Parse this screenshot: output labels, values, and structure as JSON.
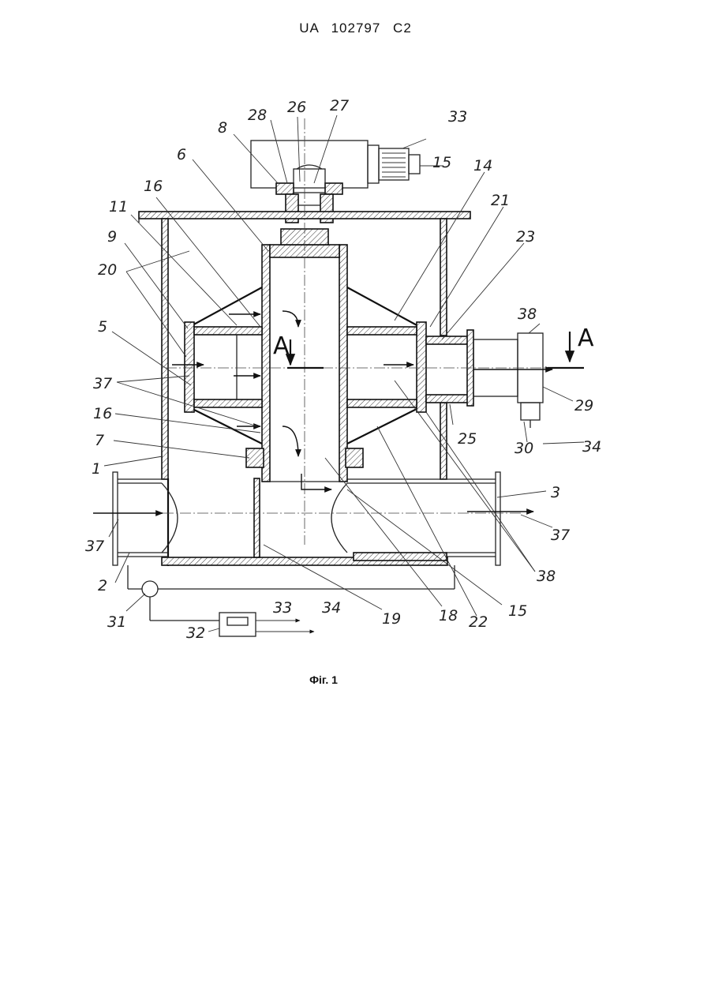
{
  "header": {
    "text": "UA   102797   C2"
  },
  "figure": {
    "caption": "Фіг. 1"
  },
  "section_marks": {
    "left": "A",
    "right": "A"
  },
  "labels": [
    {
      "id": "l28",
      "text": "28"
    },
    {
      "id": "l26",
      "text": "26"
    },
    {
      "id": "l27",
      "text": "27"
    },
    {
      "id": "l33a",
      "text": "33"
    },
    {
      "id": "l8",
      "text": "8"
    },
    {
      "id": "l6",
      "text": "6"
    },
    {
      "id": "l15a",
      "text": "15"
    },
    {
      "id": "l14",
      "text": "14"
    },
    {
      "id": "l16a",
      "text": "16"
    },
    {
      "id": "l21",
      "text": "21"
    },
    {
      "id": "l11",
      "text": "11"
    },
    {
      "id": "l23",
      "text": "23"
    },
    {
      "id": "l9",
      "text": "9"
    },
    {
      "id": "l20",
      "text": "20"
    },
    {
      "id": "l38a",
      "text": "38"
    },
    {
      "id": "l5",
      "text": "5"
    },
    {
      "id": "l37a",
      "text": "37"
    },
    {
      "id": "l29",
      "text": "29"
    },
    {
      "id": "l16b",
      "text": "16"
    },
    {
      "id": "l25",
      "text": "25"
    },
    {
      "id": "l30",
      "text": "30"
    },
    {
      "id": "l34a",
      "text": "34"
    },
    {
      "id": "l7",
      "text": "7"
    },
    {
      "id": "l1",
      "text": "1"
    },
    {
      "id": "l3",
      "text": "3"
    },
    {
      "id": "l37b",
      "text": "37"
    },
    {
      "id": "l37c",
      "text": "37"
    },
    {
      "id": "l38b",
      "text": "38"
    },
    {
      "id": "l2",
      "text": "2"
    },
    {
      "id": "l31",
      "text": "31"
    },
    {
      "id": "l33b",
      "text": "33"
    },
    {
      "id": "l34b",
      "text": "34"
    },
    {
      "id": "l32",
      "text": "32"
    },
    {
      "id": "l19",
      "text": "19"
    },
    {
      "id": "l18",
      "text": "18"
    },
    {
      "id": "l22",
      "text": "22"
    },
    {
      "id": "l15b",
      "text": "15"
    }
  ]
}
